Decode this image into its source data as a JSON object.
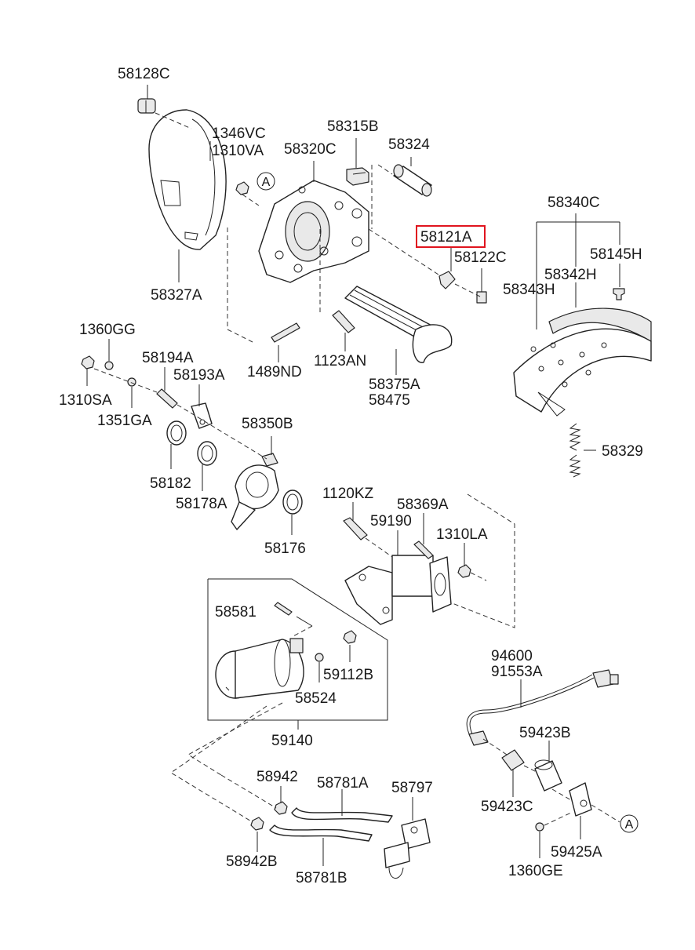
{
  "labels": {
    "p58128C": "58128C",
    "p1346VC": "1346VC",
    "p1310VA": "1310VA",
    "p58315B": "58315B",
    "p58324": "58324",
    "p58320C": "58320C",
    "p58340C": "58340C",
    "p58121A": "58121A",
    "p58122C": "58122C",
    "p58145H": "58145H",
    "p58342H": "58342H",
    "p58343H": "58343H",
    "p58327A": "58327A",
    "p1360GG": "1360GG",
    "p58194A": "58194A",
    "p58193A": "58193A",
    "p1489ND": "1489ND",
    "p1123AN": "1123AN",
    "p58375A": "58375A",
    "p58475": "58475",
    "p1310SA": "1310SA",
    "p1351GA": "1351GA",
    "p58350B": "58350B",
    "p58329": "58329",
    "p58182": "58182",
    "p58178A": "58178A",
    "p1120KZ": "1120KZ",
    "p58369A": "58369A",
    "p59190": "59190",
    "p1310LA": "1310LA",
    "p58176": "58176",
    "p58581": "58581",
    "p59112B": "59112B",
    "p58524": "58524",
    "p59140": "59140",
    "p94600": "94600",
    "p91553A": "91553A",
    "p59423B": "59423B",
    "p58942": "58942",
    "p58781A": "58781A",
    "p58797": "58797",
    "p59423C": "59423C",
    "p58942B": "58942B",
    "p58781B": "58781B",
    "p59425A": "59425A",
    "p1360GE": "1360GE"
  },
  "callouts": {
    "a_top": "A",
    "a_bottom": "A"
  },
  "highlighted_part": "58121A",
  "colors": {
    "highlight": "#e0141e",
    "line": "#222222"
  }
}
